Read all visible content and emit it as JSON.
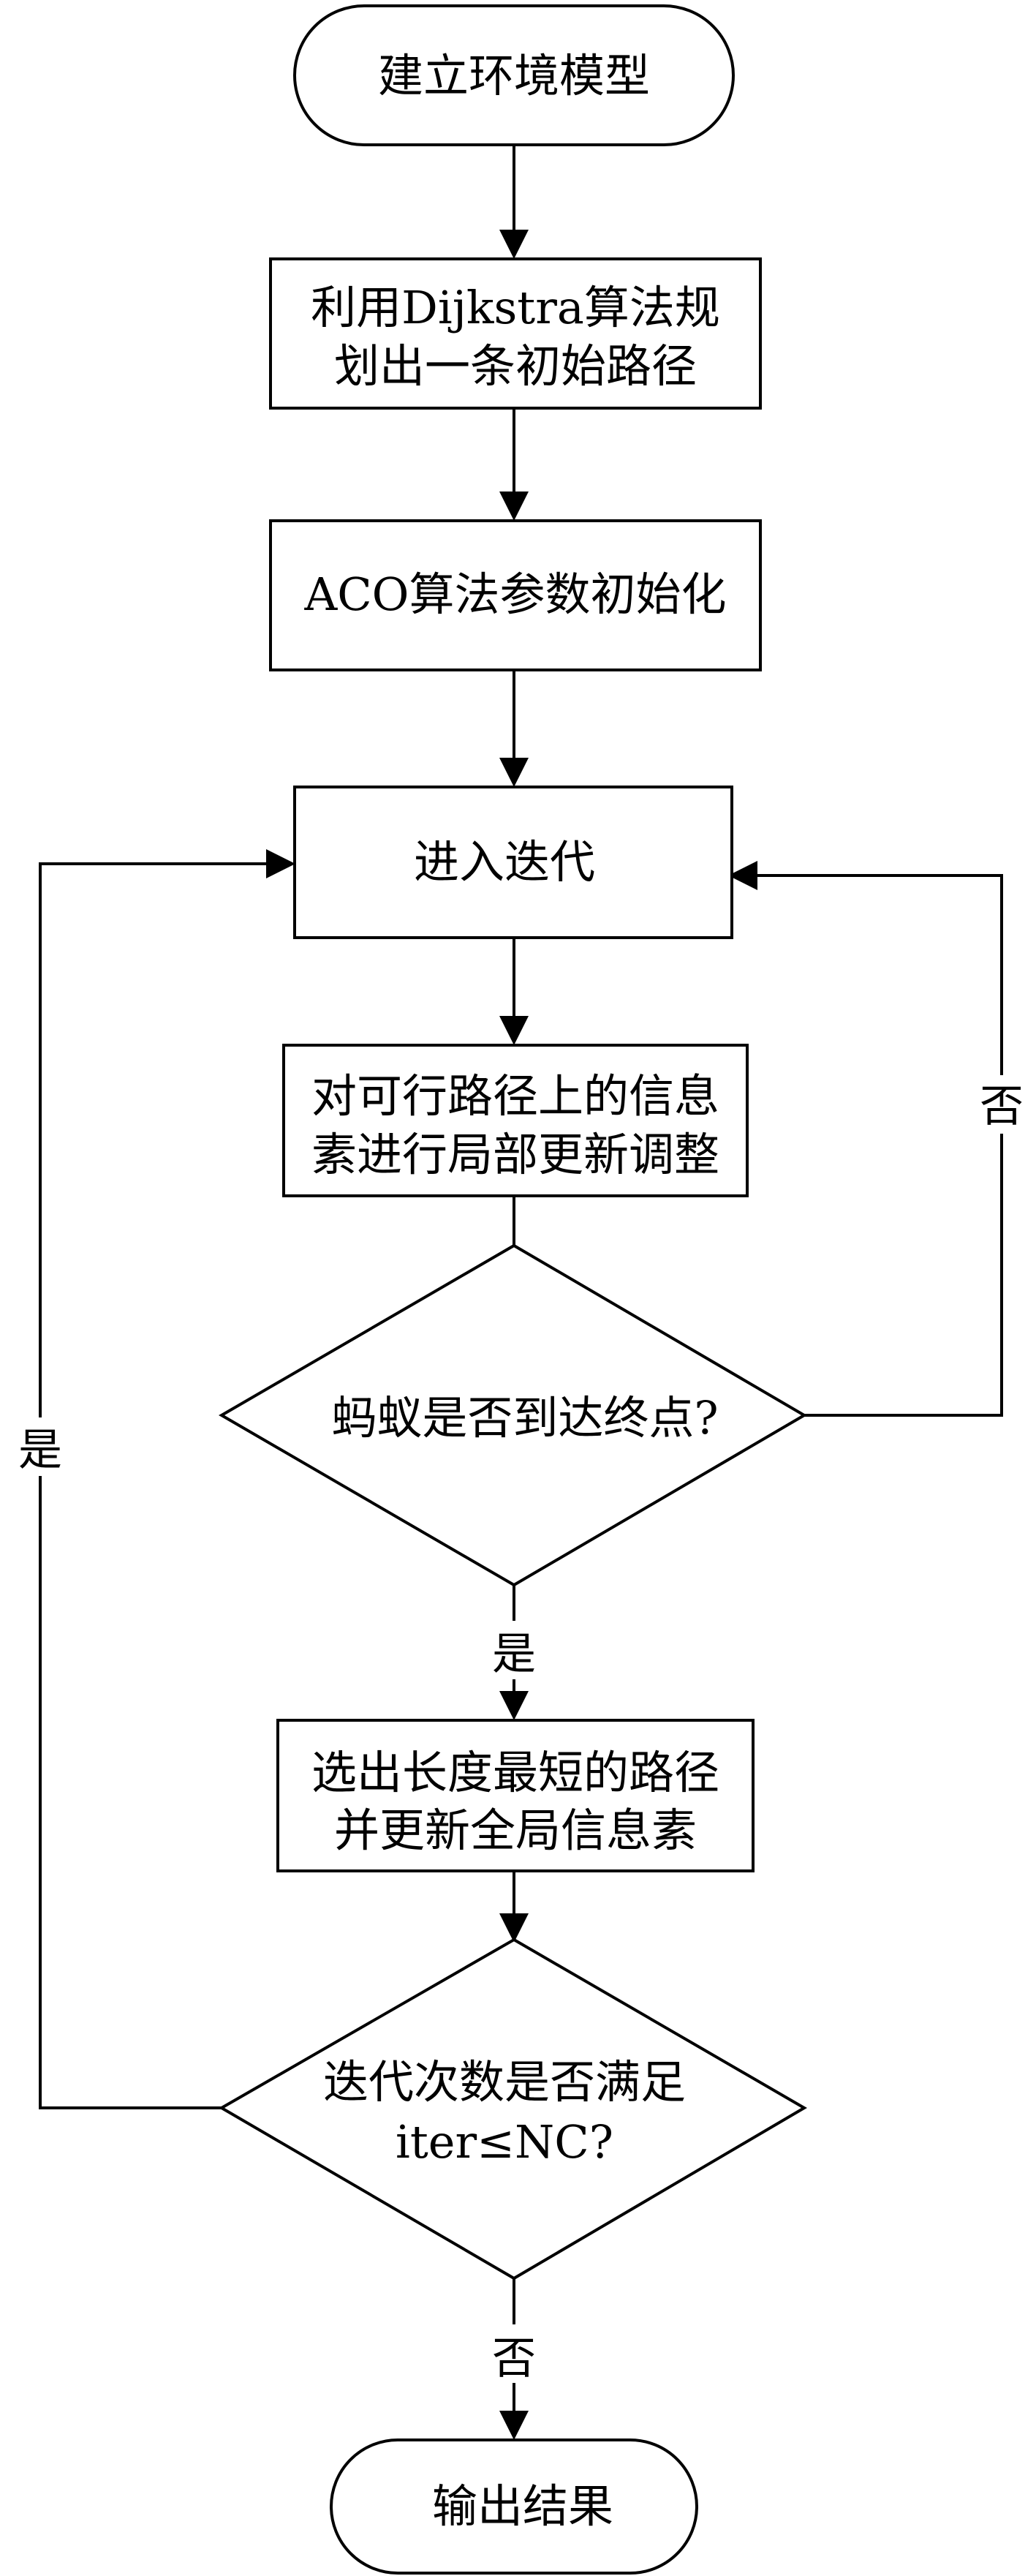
{
  "nodes": {
    "start": {
      "lines": [
        "建立环境模型"
      ]
    },
    "dijkstra": {
      "lines": [
        "利用Dijkstra算法规",
        "划出一条初始路径"
      ]
    },
    "aco_init": {
      "lines": [
        "ACO算法参数初始化"
      ]
    },
    "iterate": {
      "lines": [
        "进入迭代"
      ]
    },
    "local_update": {
      "lines": [
        "对可行路径上的信息",
        "素进行局部更新调整"
      ]
    },
    "ant_end": {
      "lines": [
        "蚂蚁是否到达终点?"
      ]
    },
    "select_shortest": {
      "lines": [
        "选出长度最短的路径",
        "并更新全局信息素"
      ]
    },
    "iter_check": {
      "lines": [
        "迭代次数是否满足",
        "iter≤NC?"
      ]
    },
    "output": {
      "lines": [
        "输出结果"
      ]
    }
  },
  "edge_labels": {
    "ant_end_no": "否",
    "ant_end_yes": "是",
    "iter_check_yes": "是",
    "iter_check_no": "否"
  }
}
